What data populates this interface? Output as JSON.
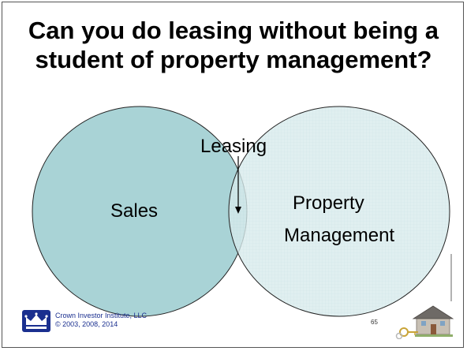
{
  "slide": {
    "title": "Can you do leasing without being a student of property management?",
    "page_number": "65"
  },
  "venn": {
    "left_label": "Sales",
    "right_label_line1": "Property",
    "right_label_line2": "Management",
    "overlap_label": "Leasing"
  },
  "footer": {
    "company": "Crown Investor Institute, LLC",
    "copyright": "© 2003, 2008, 2014"
  },
  "colors": {
    "left_circle": "#a9d3d6",
    "right_circle": "#d8ebec",
    "outline": "#222222",
    "logo_blue": "#1a2f8f"
  },
  "icons": [
    "crown-logo-icon",
    "house-keys-icon"
  ]
}
